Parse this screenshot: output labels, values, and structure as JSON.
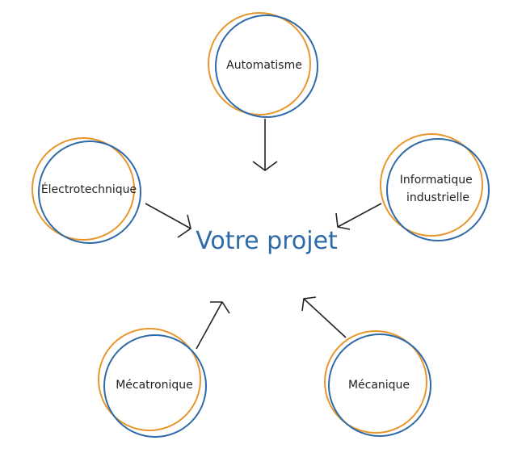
{
  "center": {
    "label": "Votre projet"
  },
  "nodes": [
    {
      "id": "automatisme",
      "lines": [
        "Automatisme"
      ]
    },
    {
      "id": "electrotechnique",
      "lines": [
        "Électrotechnique"
      ]
    },
    {
      "id": "informatique-industrielle",
      "lines": [
        "Informatique",
        "industrielle"
      ]
    },
    {
      "id": "mecatronique",
      "lines": [
        "Mécatronique"
      ]
    },
    {
      "id": "mecanique",
      "lines": [
        "Mécanique"
      ]
    }
  ],
  "colors": {
    "orange_ring": "#E8962C",
    "blue_ring": "#2E6AA8",
    "center_text": "#2E6AA8",
    "arrow": "#222222",
    "label_text": "#222222"
  }
}
